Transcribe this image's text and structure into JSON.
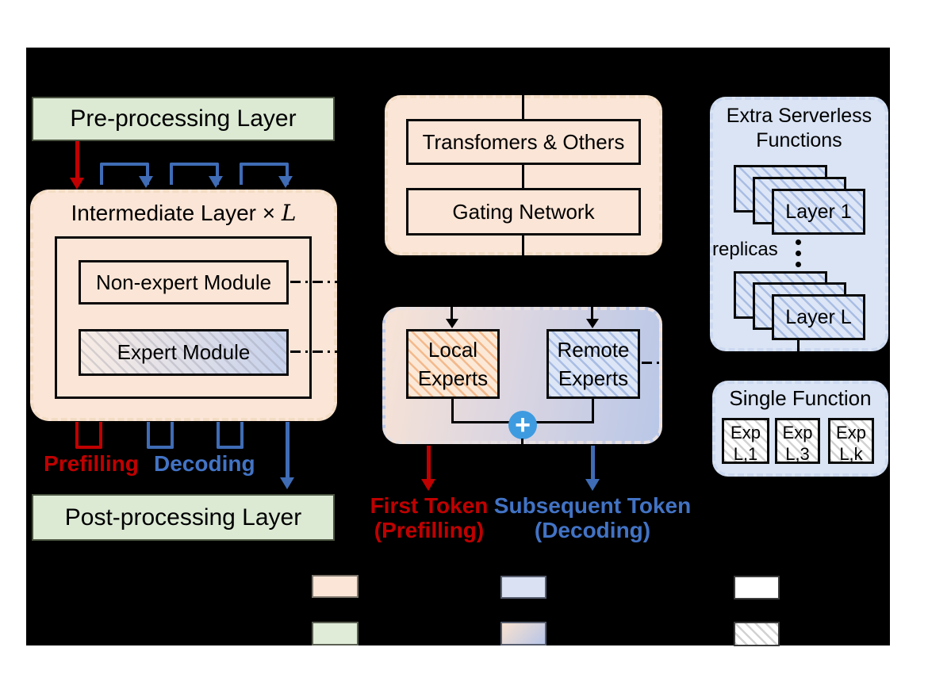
{
  "colors": {
    "background": "#000000",
    "panel_orange": "#fbe5d6",
    "panel_blue": "#dae4f4",
    "green_box": "#dcead4",
    "red_accent": "#c00000",
    "blue_accent": "#4273c4",
    "plus_circle_blue": "#3f9be0",
    "gradient_left": "#f8e3d5",
    "gradient_right": "#b9c7e7"
  },
  "left": {
    "pre_layer": "Pre-processing Layer",
    "intermediate_prefix": "Intermediate Layer × ",
    "intermediate_var": "L",
    "non_expert": "Non-expert Module",
    "expert": "Expert Module",
    "prefilling": "Prefilling",
    "decoding": "Decoding",
    "post_layer": "Post-processing Layer"
  },
  "center": {
    "transformers": "Transfomers & Others",
    "gating": "Gating Network",
    "local_experts": "Local Experts",
    "remote_experts": "Remote Experts",
    "plus": "+",
    "first_token_line1": "First Token",
    "first_token_line2": "(Prefilling)",
    "subsequent_line1": "Subsequent Token",
    "subsequent_line2": "(Decoding)"
  },
  "right": {
    "extra_title_line1": "Extra Serverless",
    "extra_title_line2": "Functions",
    "layer_top": "Layer 1",
    "replicas": "replicas",
    "layer_bottom": "Layer L",
    "single_title": "Single Function",
    "experts": [
      {
        "top": "Exp",
        "bottom": "L,1"
      },
      {
        "top": "Exp",
        "bottom": "L,3"
      },
      {
        "top": "Exp",
        "bottom": "L,k"
      }
    ]
  }
}
